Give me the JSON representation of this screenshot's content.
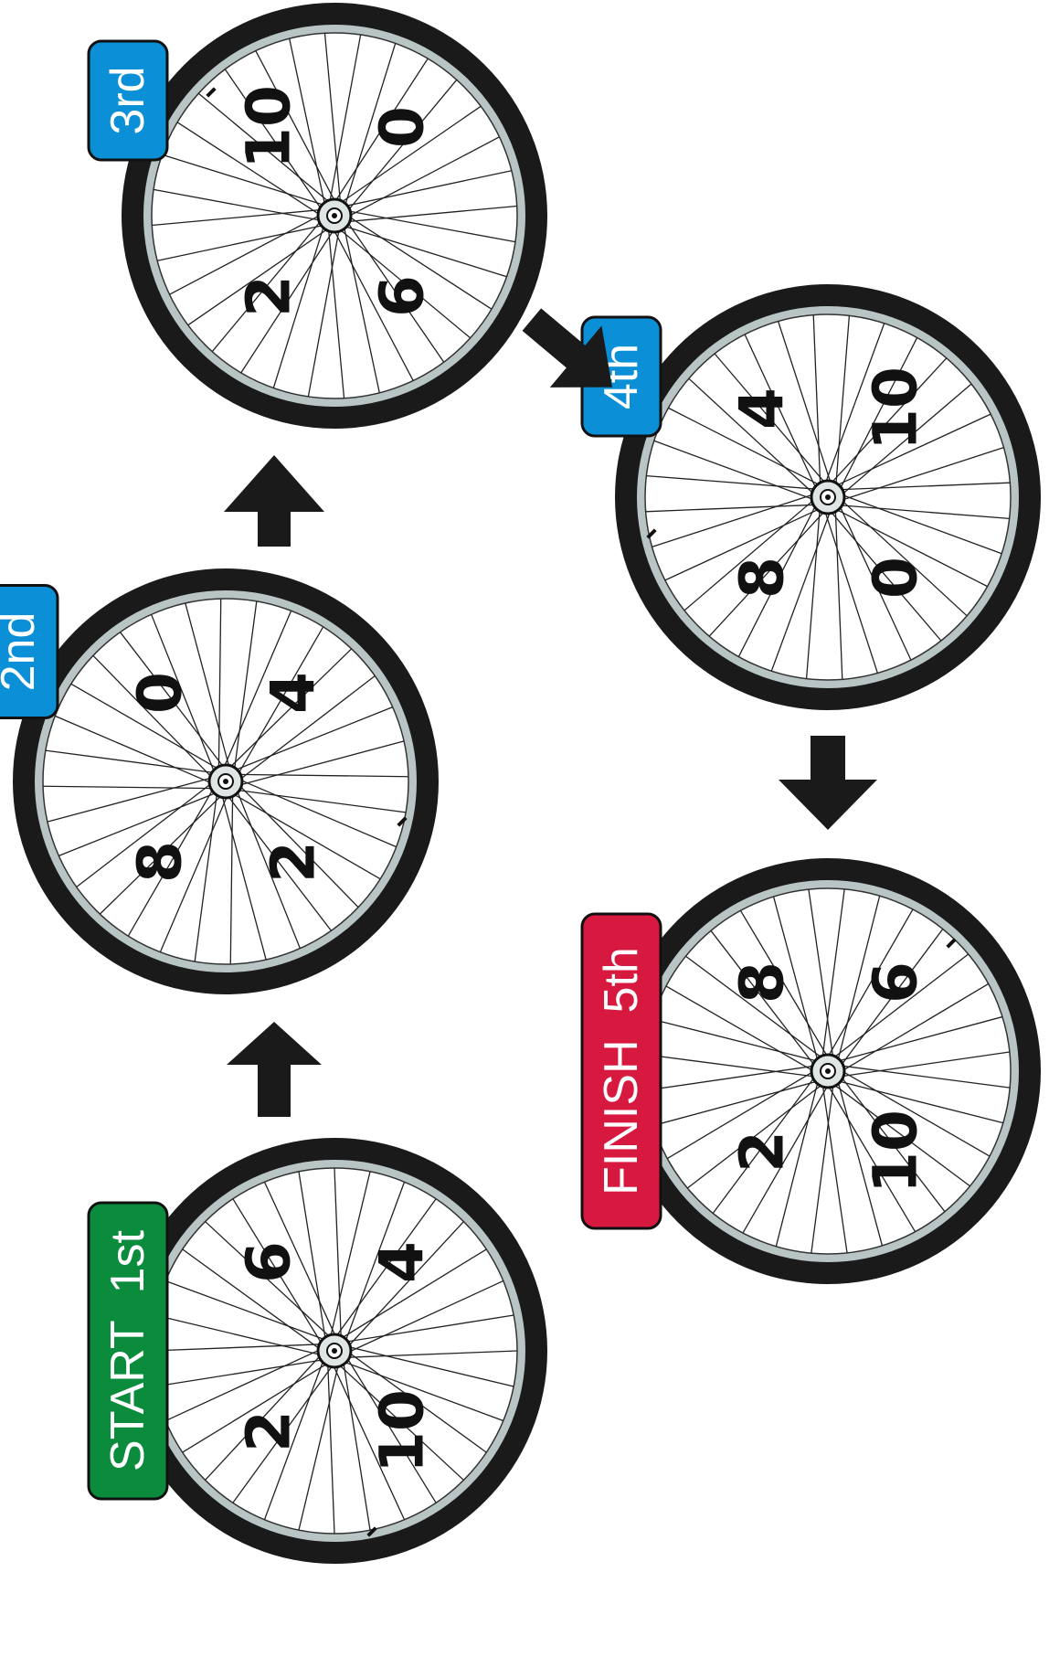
{
  "wheels": [
    {
      "id": "wheel-1",
      "label": "1st",
      "prefix": "START",
      "badge_color": "#0a8c3c",
      "numbers": [
        "6",
        "4",
        "2",
        "10"
      ],
      "valve": "bottom"
    },
    {
      "id": "wheel-2",
      "label": "2nd",
      "prefix": "",
      "badge_color": "#0b8fd6",
      "numbers": [
        "0",
        "4",
        "8",
        "2"
      ],
      "valve": "right"
    },
    {
      "id": "wheel-3",
      "label": "3rd",
      "prefix": "",
      "badge_color": "#0b8fd6",
      "numbers": [
        "10",
        "0",
        "2",
        "6"
      ],
      "valve": "top"
    },
    {
      "id": "wheel-4",
      "label": "4th",
      "prefix": "",
      "badge_color": "#0b8fd6",
      "numbers": [
        "4",
        "10",
        "8",
        "0"
      ],
      "valve": "left"
    },
    {
      "id": "wheel-5",
      "label": "5th",
      "prefix": "FINISH",
      "badge_color": "#d7183f",
      "numbers": [
        "8",
        "6",
        "2",
        "10"
      ],
      "valve": "topright"
    }
  ],
  "colors": {
    "tire": "#1a1a1a",
    "rim": "#b9c4c4",
    "spoke": "#222222",
    "arrow": "#1a1a1a"
  }
}
